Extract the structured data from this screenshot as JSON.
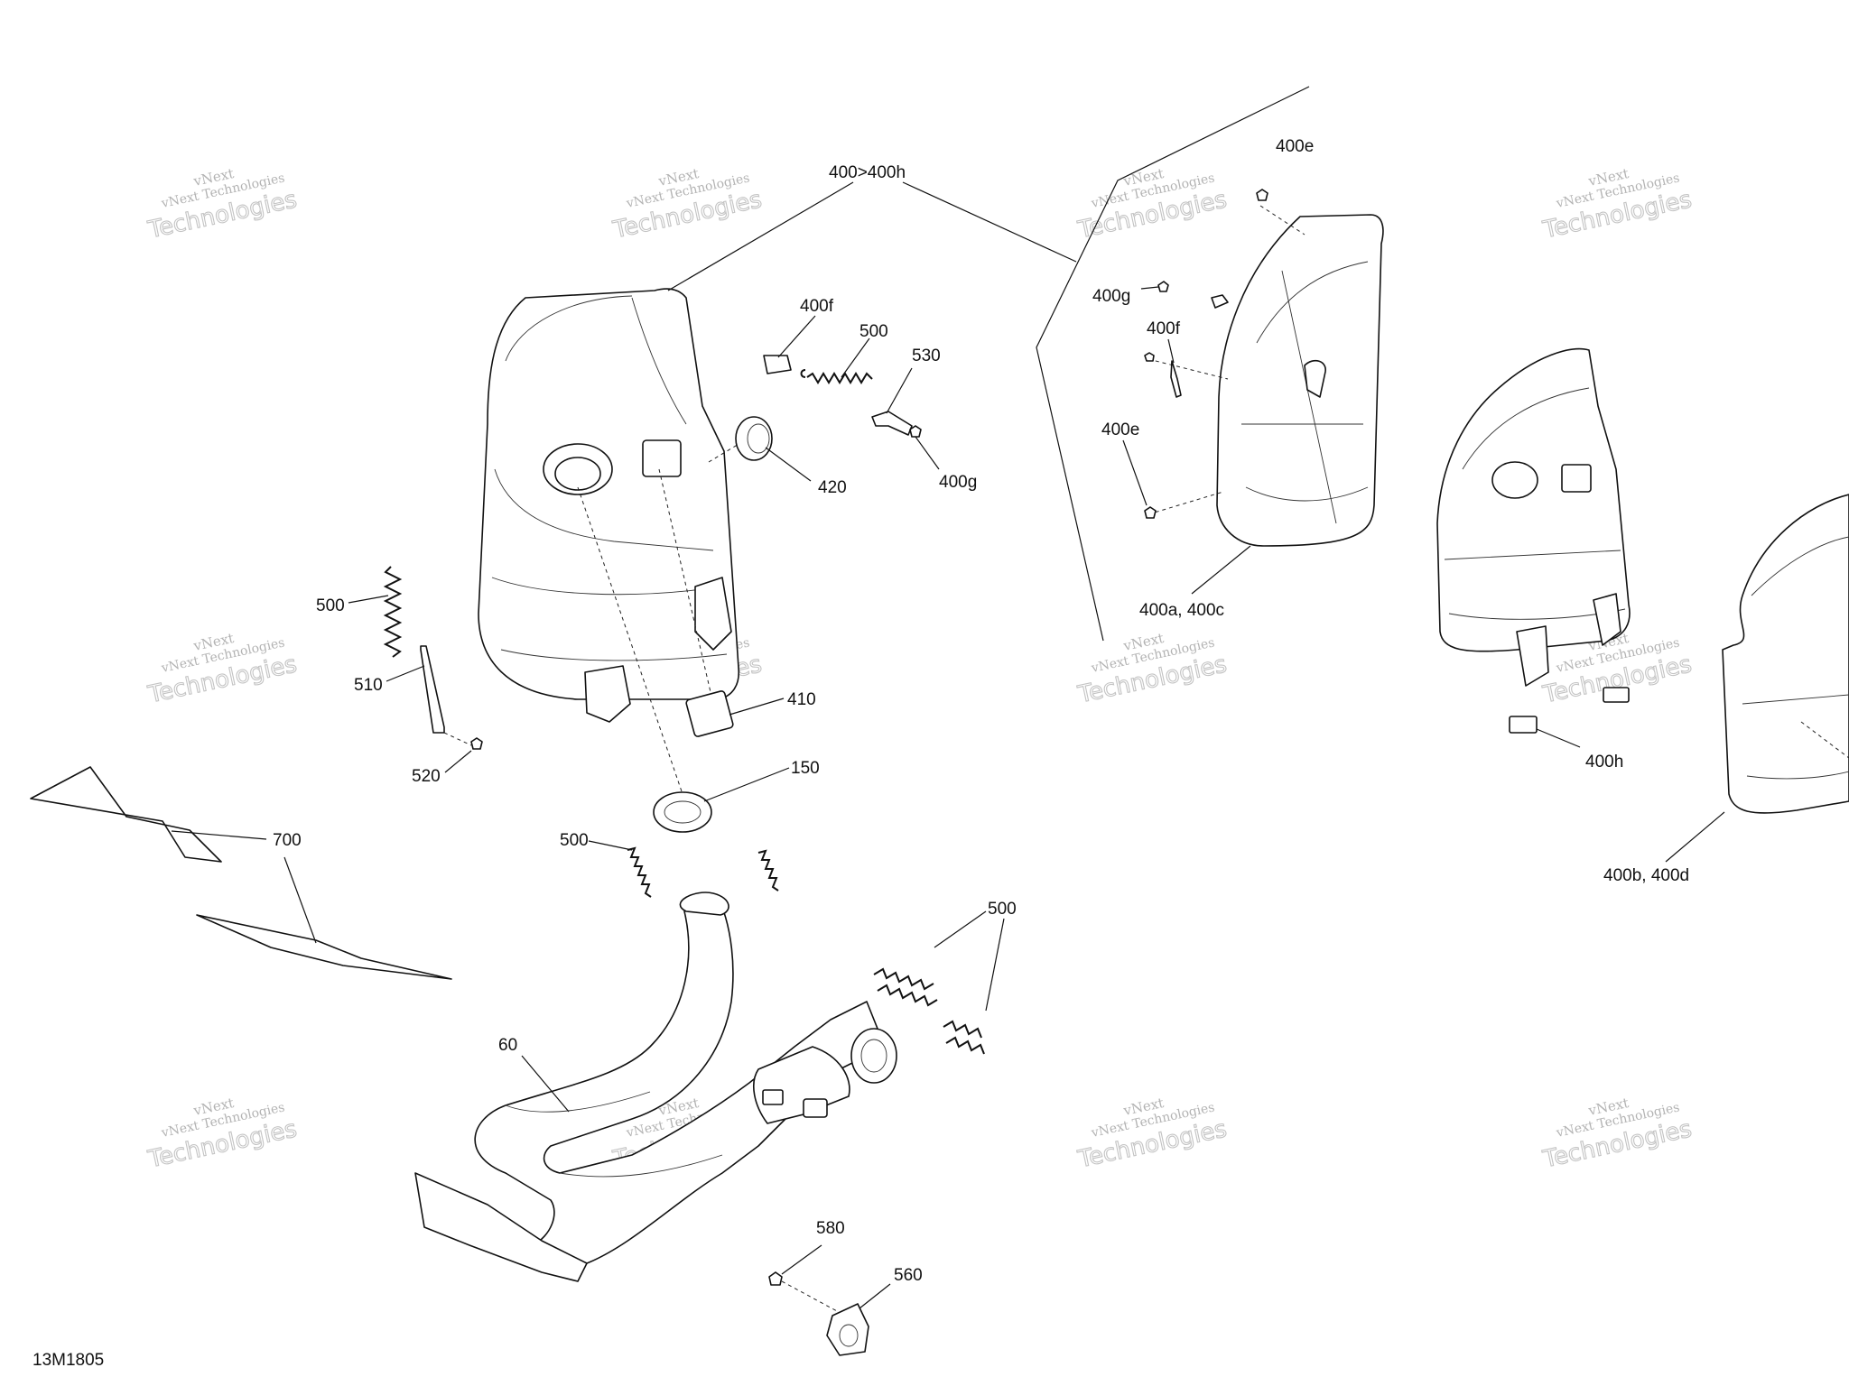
{
  "diagram_code": "13M1805",
  "watermark": {
    "line1": "vNext",
    "line2": "vNext Technologies",
    "line3": "Technologies"
  },
  "callouts": {
    "c400_400h": "400>400h",
    "c400e_top": "400e",
    "c400f_left": "400f",
    "c500_top": "500",
    "c530": "530",
    "c420": "420",
    "c400g_left": "400g",
    "c400g_right": "400g",
    "c400f_right": "400f",
    "c400e_mid": "400e",
    "c400a_400c": "400a, 400c",
    "c500_left": "500",
    "c510": "510",
    "c520": "520",
    "c410": "410",
    "c150": "150",
    "c500_mid": "500",
    "c700": "700",
    "c500_right": "500",
    "c60": "60",
    "c400h": "400h",
    "c400b_400d": "400b, 400d",
    "c580": "580",
    "c560": "560"
  }
}
